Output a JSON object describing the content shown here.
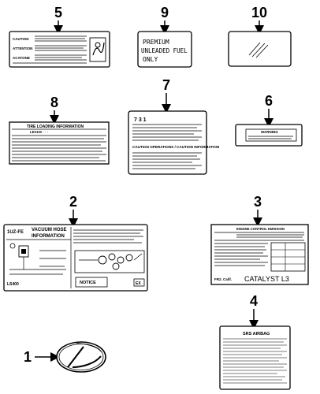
{
  "callouts": [
    "1",
    "2",
    "3",
    "4",
    "5",
    "6",
    "7",
    "8",
    "9",
    "10"
  ],
  "labels": {
    "p5_caution": "CAUTION",
    "p5_attention": "ATTENTION",
    "p5_advertencia": "ACATONE",
    "p9_line1": "PREMIUM",
    "p9_line2": "UNLEADED FUEL",
    "p9_line3": "ONLY",
    "p8_header": "TIRE LOADING INFORMATION",
    "p8_sub": "LEXUS · · ·",
    "p7_top": "7 3 1",
    "p7_mid": "CAUTION OPERATIONS / CAUTION INFORMATION",
    "p6_warning": "WARNING",
    "p2_code": "1UZ-FE",
    "p2_title1": "VACUUM HOSE",
    "p2_title2": "INFORMATION",
    "p2_notice": "NOTICE",
    "p2_model": "LS400",
    "p2_ex": "EX",
    "p3_title": "ENGINE CONTROL EMISSION",
    "p3_catalyst": "CATALYST L3",
    "p3_code": "FR2. Calif.",
    "p4_title": "SRS AIRBAG"
  },
  "colors": {
    "ink": "#000000",
    "paper": "#ffffff"
  }
}
